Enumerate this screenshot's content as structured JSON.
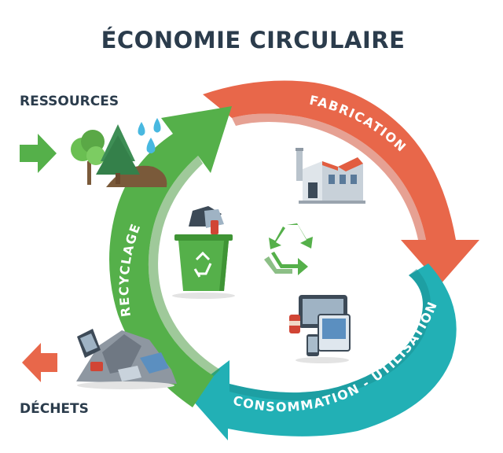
{
  "title": "ÉCONOMIE CIRCULAIRE",
  "labels": {
    "resources": "RESSOURCES",
    "waste": "DÉCHETS"
  },
  "stages": {
    "fabrication": "FABRICATION",
    "consumption": "CONSOMMATION - UTILISATION",
    "recycling": "RECYCLAGE"
  },
  "colors": {
    "title": "#2b3c4c",
    "fabrication": "#e8674a",
    "consumption": "#22b0b5",
    "recycling": "#55b04a",
    "waste_arrow": "#e8674a",
    "resources_arrow": "#55b04a"
  },
  "icons": [
    "trees-and-water-drops-icon",
    "factory-icon",
    "electronics-icon",
    "recycling-bin-icon",
    "recycle-symbol-icon",
    "waste-pile-icon"
  ]
}
